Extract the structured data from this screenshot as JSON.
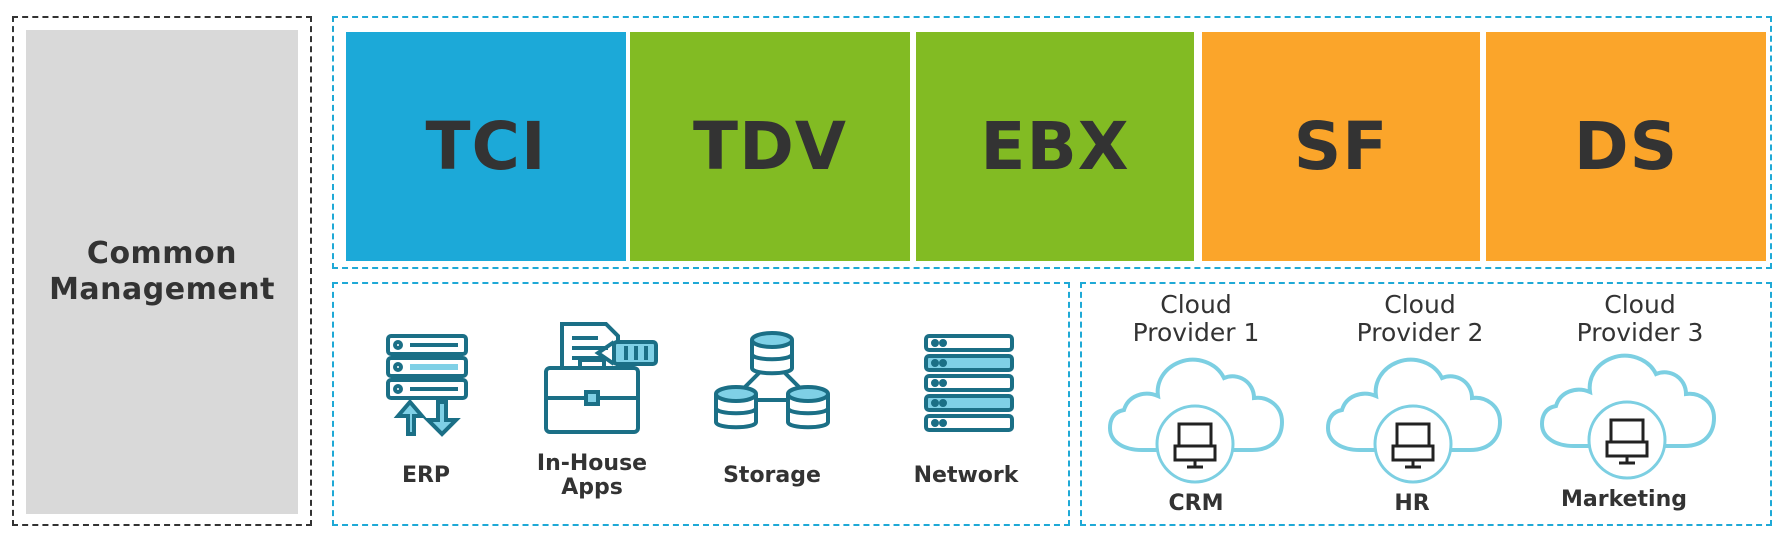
{
  "management": {
    "line1": "Common",
    "line2": "Management"
  },
  "products": [
    {
      "label": "TCI",
      "color": "#1ca9d8"
    },
    {
      "label": "TDV",
      "color": "#82bb23"
    },
    {
      "label": "EBX",
      "color": "#82bb23"
    },
    {
      "label": "SF",
      "color": "#fba52a"
    },
    {
      "label": "DS",
      "color": "#fba52a"
    }
  ],
  "onprem": [
    {
      "label": "ERP",
      "icon": "server-transfer-icon"
    },
    {
      "label": "In-House Apps",
      "line1": "In-House",
      "line2": "Apps",
      "icon": "briefcase-documents-icon"
    },
    {
      "label": "Storage",
      "icon": "database-cluster-icon"
    },
    {
      "label": "Network",
      "icon": "network-rack-icon"
    }
  ],
  "clouds": [
    {
      "line1": "Cloud",
      "line2": "Provider 1",
      "app": "CRM"
    },
    {
      "line1": "Cloud",
      "line2": "Provider 2",
      "app": "HR"
    },
    {
      "line1": "Cloud",
      "line2": "Provider 3",
      "app": "Marketing"
    }
  ],
  "colors": {
    "icon_dark": "#1b6f86",
    "icon_light": "#7fd0e6",
    "cloud": "#7ccfe2",
    "border_blue": "#1fa9d6"
  }
}
